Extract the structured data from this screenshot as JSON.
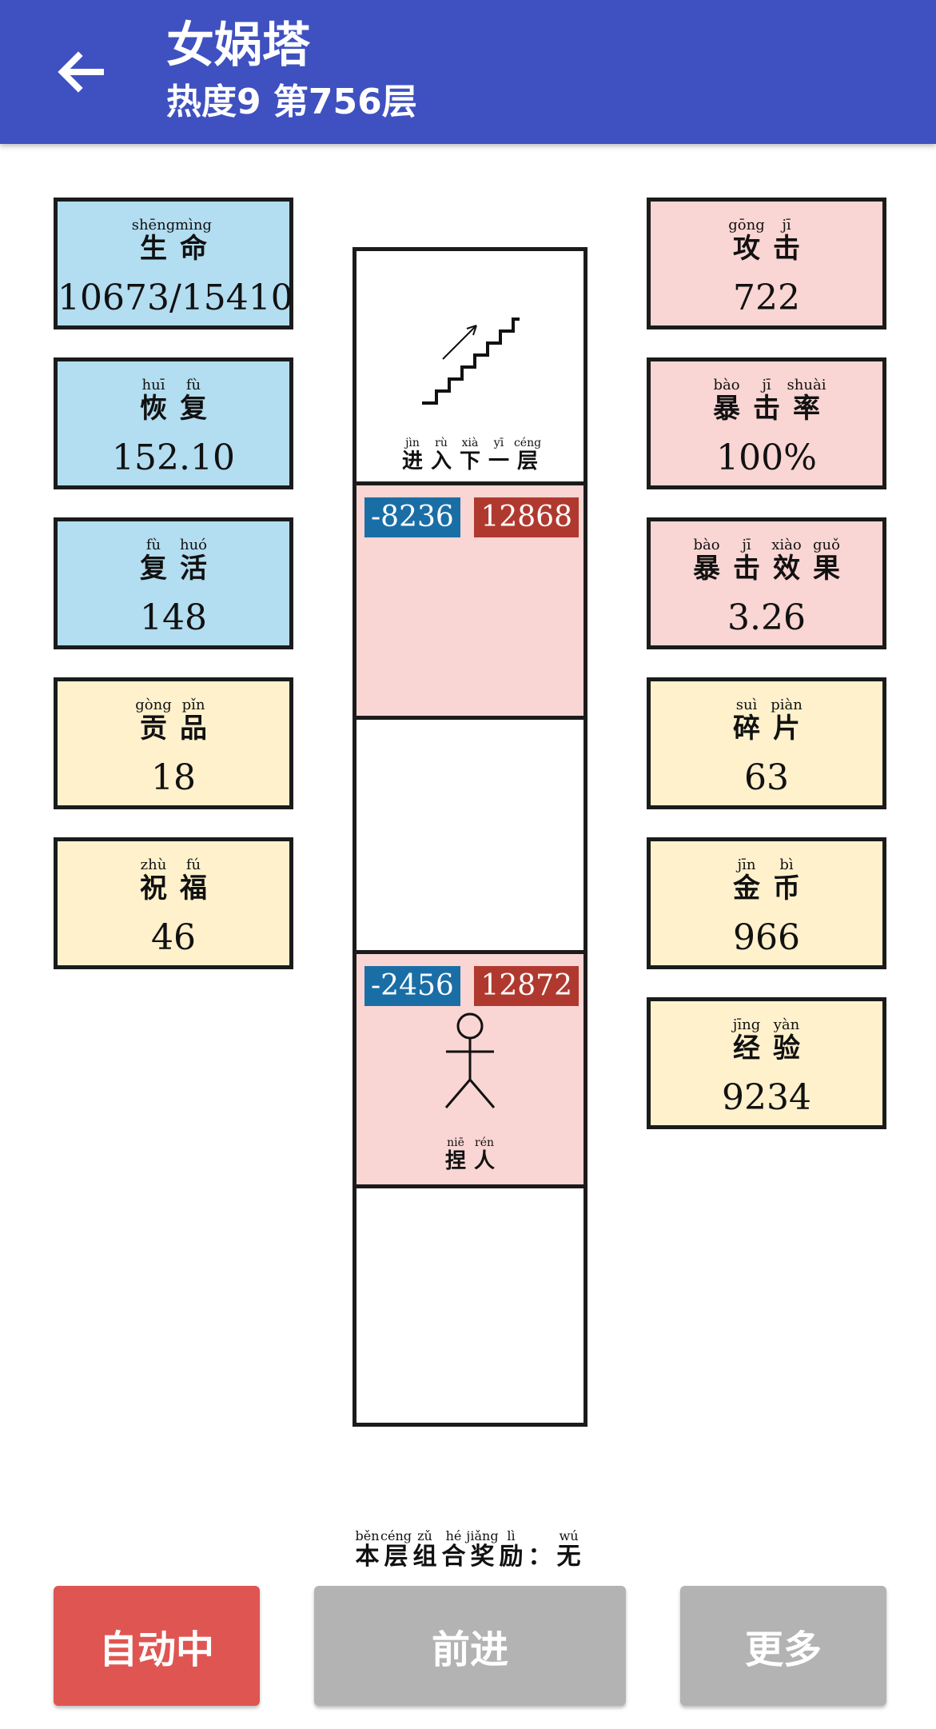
{
  "header": {
    "title": "女娲塔",
    "subtitle": "热度9 第756层"
  },
  "left_stats": [
    {
      "chars": [
        {
          "py": "shēng",
          "hz": "生"
        },
        {
          "py": "mìng",
          "hz": "命"
        }
      ],
      "value": "10673/15410",
      "color": "blue"
    },
    {
      "chars": [
        {
          "py": "huī",
          "hz": "恢"
        },
        {
          "py": "fù",
          "hz": "复"
        }
      ],
      "value": "152.10",
      "color": "blue"
    },
    {
      "chars": [
        {
          "py": "fù",
          "hz": "复"
        },
        {
          "py": "huó",
          "hz": "活"
        }
      ],
      "value": "148",
      "color": "blue"
    },
    {
      "chars": [
        {
          "py": "gòng",
          "hz": "贡"
        },
        {
          "py": "pǐn",
          "hz": "品"
        }
      ],
      "value": "18",
      "color": "yellow"
    },
    {
      "chars": [
        {
          "py": "zhù",
          "hz": "祝"
        },
        {
          "py": "fú",
          "hz": "福"
        }
      ],
      "value": "46",
      "color": "yellow"
    }
  ],
  "right_stats": [
    {
      "chars": [
        {
          "py": "gōng",
          "hz": "攻"
        },
        {
          "py": "jī",
          "hz": "击"
        }
      ],
      "value": "722",
      "color": "pink"
    },
    {
      "chars": [
        {
          "py": "bào",
          "hz": "暴"
        },
        {
          "py": "jī",
          "hz": "击"
        },
        {
          "py": "shuài",
          "hz": "率"
        }
      ],
      "value": "100%",
      "color": "pink"
    },
    {
      "chars": [
        {
          "py": "bào",
          "hz": "暴"
        },
        {
          "py": "jī",
          "hz": "击"
        },
        {
          "py": "xiào",
          "hz": "效"
        },
        {
          "py": "guǒ",
          "hz": "果"
        }
      ],
      "value": "3.26",
      "color": "pink"
    },
    {
      "chars": [
        {
          "py": "suì",
          "hz": "碎"
        },
        {
          "py": "piàn",
          "hz": "片"
        }
      ],
      "value": "63",
      "color": "yellow"
    },
    {
      "chars": [
        {
          "py": "jīn",
          "hz": "金"
        },
        {
          "py": "bì",
          "hz": "币"
        }
      ],
      "value": "966",
      "color": "yellow"
    },
    {
      "chars": [
        {
          "py": "jīng",
          "hz": "经"
        },
        {
          "py": "yàn",
          "hz": "验"
        }
      ],
      "value": "9234",
      "color": "yellow"
    }
  ],
  "tower": {
    "stairs_label": [
      {
        "py": "jìn",
        "hz": "进"
      },
      {
        "py": "rù",
        "hz": "入"
      },
      {
        "py": "xià",
        "hz": "下"
      },
      {
        "py": "yī",
        "hz": "一"
      },
      {
        "py": "céng",
        "hz": "层"
      }
    ],
    "enemy_cell": {
      "left_badge": "-8236",
      "right_badge": "12868"
    },
    "player_cell": {
      "left_badge": "-2456",
      "right_badge": "12872",
      "label": [
        {
          "py": "niē",
          "hz": "捏"
        },
        {
          "py": "rén",
          "hz": "人"
        }
      ]
    }
  },
  "reward": [
    {
      "py": "běn",
      "hz": "本"
    },
    {
      "py": "céng",
      "hz": "层"
    },
    {
      "py": "zǔ",
      "hz": "组"
    },
    {
      "py": "hé",
      "hz": "合"
    },
    {
      "py": "jiǎng",
      "hz": "奖"
    },
    {
      "py": "lì",
      "hz": "励"
    },
    {
      "py": "",
      "hz": "："
    },
    {
      "py": "wú",
      "hz": "无"
    }
  ],
  "buttons": {
    "auto": "自动中",
    "forward": "前进",
    "more": "更多"
  },
  "colors": {
    "appbar": "#3f51c0",
    "blue_card": "#b3ddf0",
    "pink_card": "#f9d5d3",
    "yellow_card": "#fef1cc",
    "badge_blue": "#1a6ea6",
    "badge_red": "#b0392f",
    "auto_button": "#df5552",
    "gray_button": "#b3b3b3"
  }
}
